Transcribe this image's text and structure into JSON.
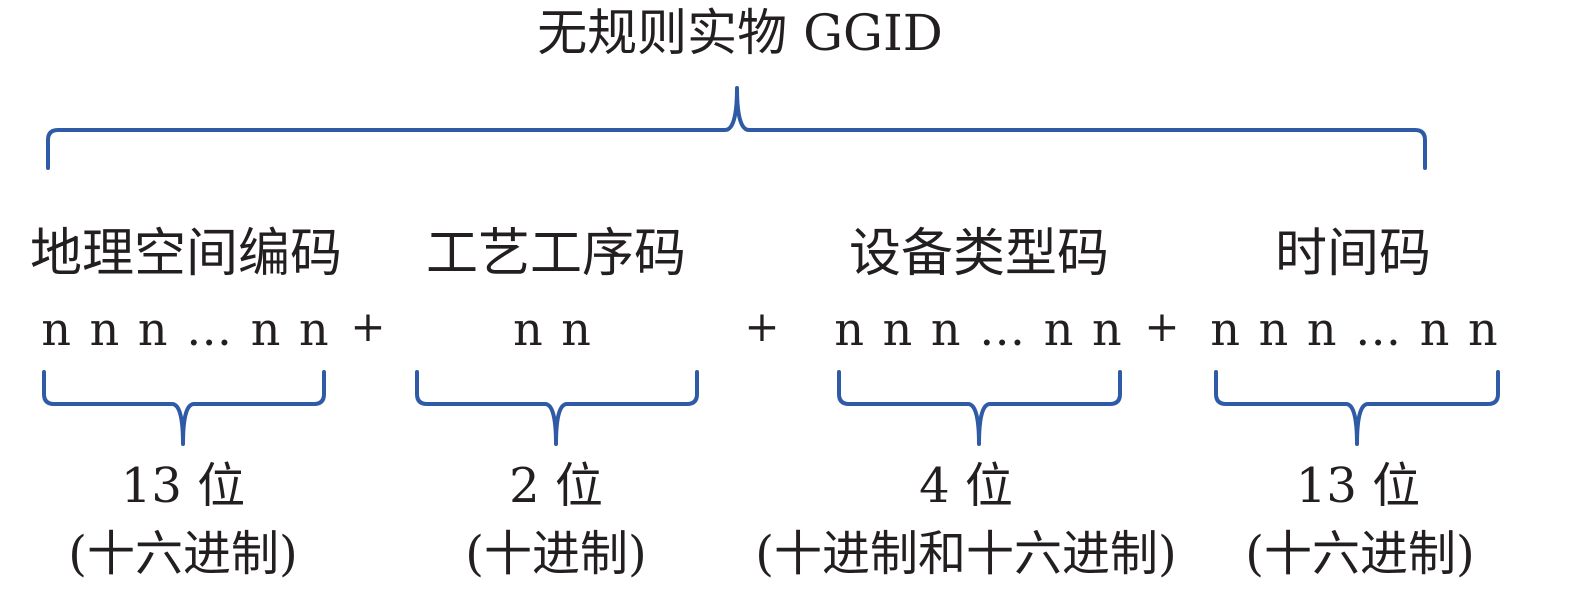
{
  "title": "无规则实物 GGID",
  "segments": [
    {
      "name": "地理空间编码",
      "digits": "n n n … n n",
      "bits": "13 位",
      "base": "(十六进制)"
    },
    {
      "name": "工艺工序码",
      "digits": "n n",
      "bits": "2 位",
      "base": "(十进制)"
    },
    {
      "name": "设备类型码",
      "digits": "n n n … n n",
      "bits": "4 位",
      "base": "(十进制和十六进制)"
    },
    {
      "name": "时间码",
      "digits": "n n n … n n",
      "bits": "13 位",
      "base": "(十六进制)"
    }
  ],
  "plus_sign": "+",
  "colors": {
    "brace": "#2e5aa6",
    "text": "#231f20"
  }
}
